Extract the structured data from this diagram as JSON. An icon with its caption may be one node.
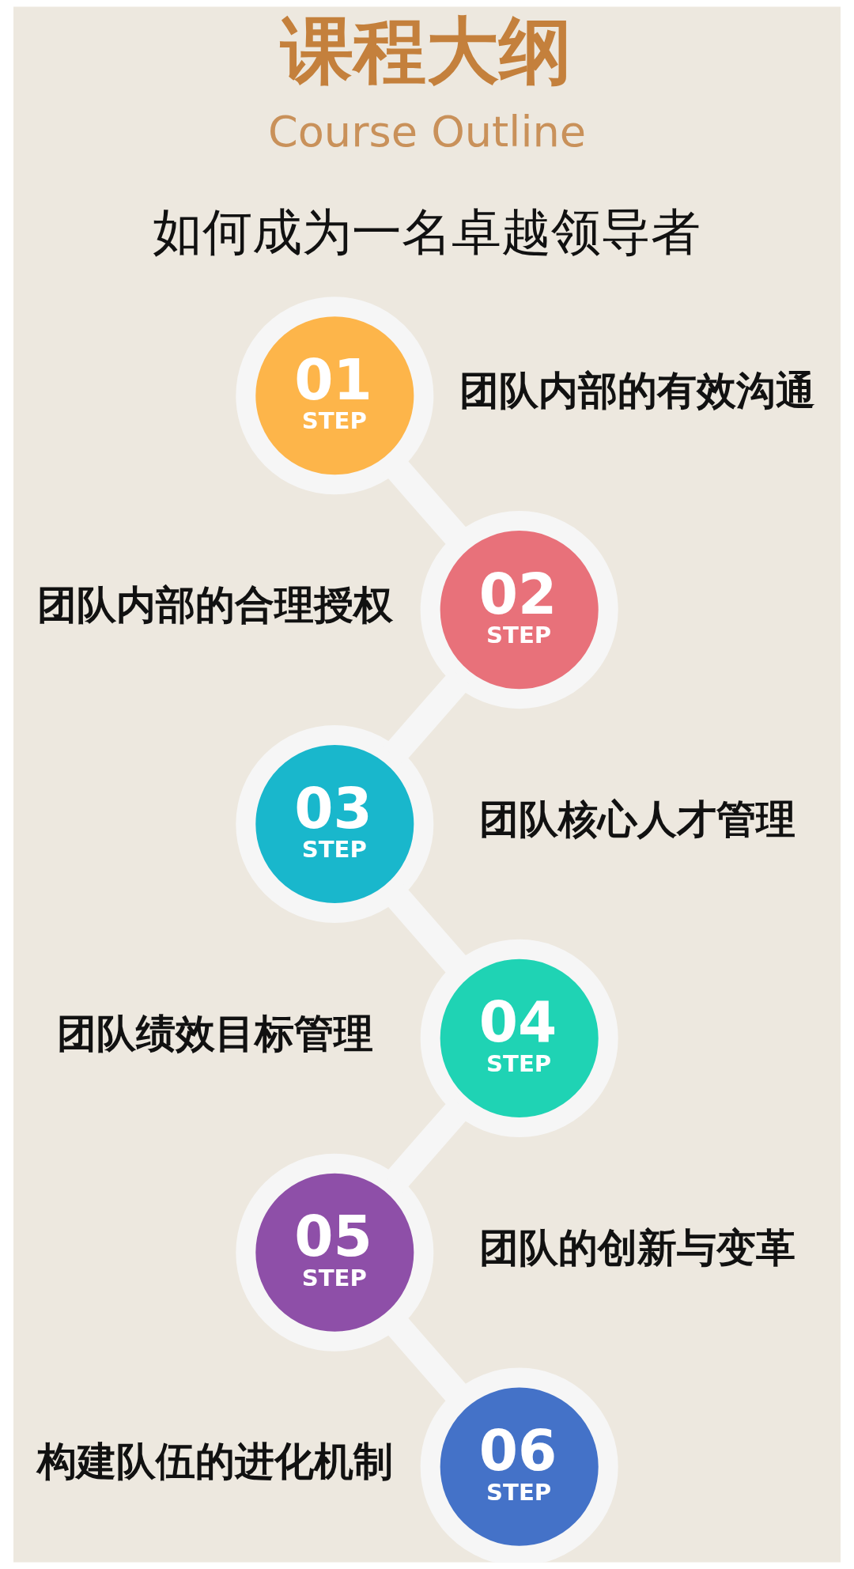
{
  "diagram": {
    "title": "课程大纲",
    "nodes": [
      {
        "text": [
          "01",
          "STEP"
        ],
        "beside": [
          "团队内部的有效沟通"
        ]
      },
      {
        "text": [
          "02",
          "STEP"
        ],
        "beside": [
          "团队内部的合理授权"
        ]
      },
      {
        "text": [
          "03",
          "STEP"
        ],
        "beside": [
          "团队核心人才管理"
        ]
      },
      {
        "text": [
          "04",
          "STEP"
        ],
        "beside": [
          "团队绩效目标管理"
        ]
      },
      {
        "text": [
          "05",
          "STEP"
        ],
        "beside": [
          "团队的创新与变革"
        ]
      },
      {
        "text": [
          "06",
          "STEP"
        ],
        "beside": [
          "构建队伍的进化机制"
        ]
      }
    ],
    "edges": [
      {
        "from": 0,
        "to": 1,
        "arrow": "none"
      },
      {
        "from": 1,
        "to": 2,
        "arrow": "none"
      },
      {
        "from": 2,
        "to": 3,
        "arrow": "none"
      },
      {
        "from": 3,
        "to": 4,
        "arrow": "none"
      },
      {
        "from": 4,
        "to": 5,
        "arrow": "none"
      }
    ],
    "labels": [
      "Course Outline",
      "如何成为一名卓越领导者"
    ]
  }
}
